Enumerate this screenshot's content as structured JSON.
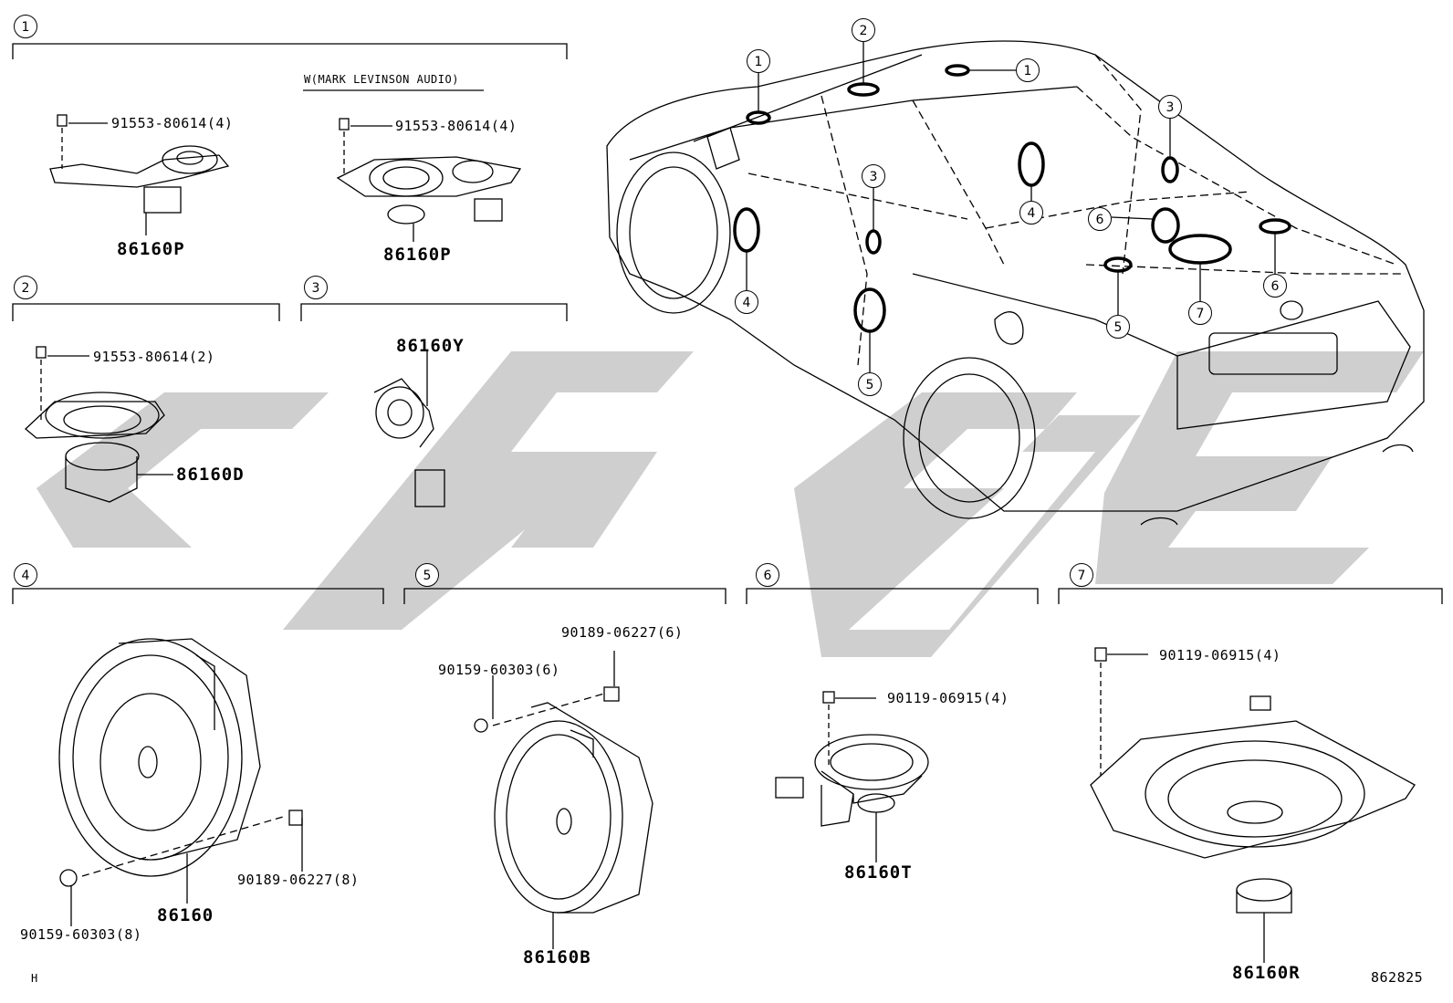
{
  "sections": [
    {
      "num": "1",
      "sub_label": "W(MARK LEVINSON AUDIO)"
    },
    {
      "num": "2"
    },
    {
      "num": "3"
    },
    {
      "num": "4"
    },
    {
      "num": "5"
    },
    {
      "num": "6"
    },
    {
      "num": "7"
    }
  ],
  "car_callouts": [
    "1",
    "2",
    "1",
    "3",
    "4",
    "3",
    "4",
    "5",
    "6",
    "5",
    "6",
    "7"
  ],
  "parts": {
    "p1a_bolt": "91553-80614(4)",
    "p1a_part": "86160P",
    "p1b_bolt": "91553-80614(4)",
    "p1b_part": "86160P",
    "p2_bolt": "91553-80614(2)",
    "p2_part": "86160D",
    "p3_part": "86160Y",
    "p4_screw": "90159-60303(8)",
    "p4_nut": "90189-06227(8)",
    "p4_part": "86160",
    "p5_nut": "90189-06227(6)",
    "p5_screw": "90159-60303(6)",
    "p5_part": "86160B",
    "p6_bolt": "90119-06915(4)",
    "p6_part": "86160T",
    "p7_bolt": "90119-06915(4)",
    "p7_part": "86160R"
  },
  "footer": {
    "left": "H",
    "right": "862825"
  },
  "watermark": {
    "color": "#c8c8c8"
  }
}
